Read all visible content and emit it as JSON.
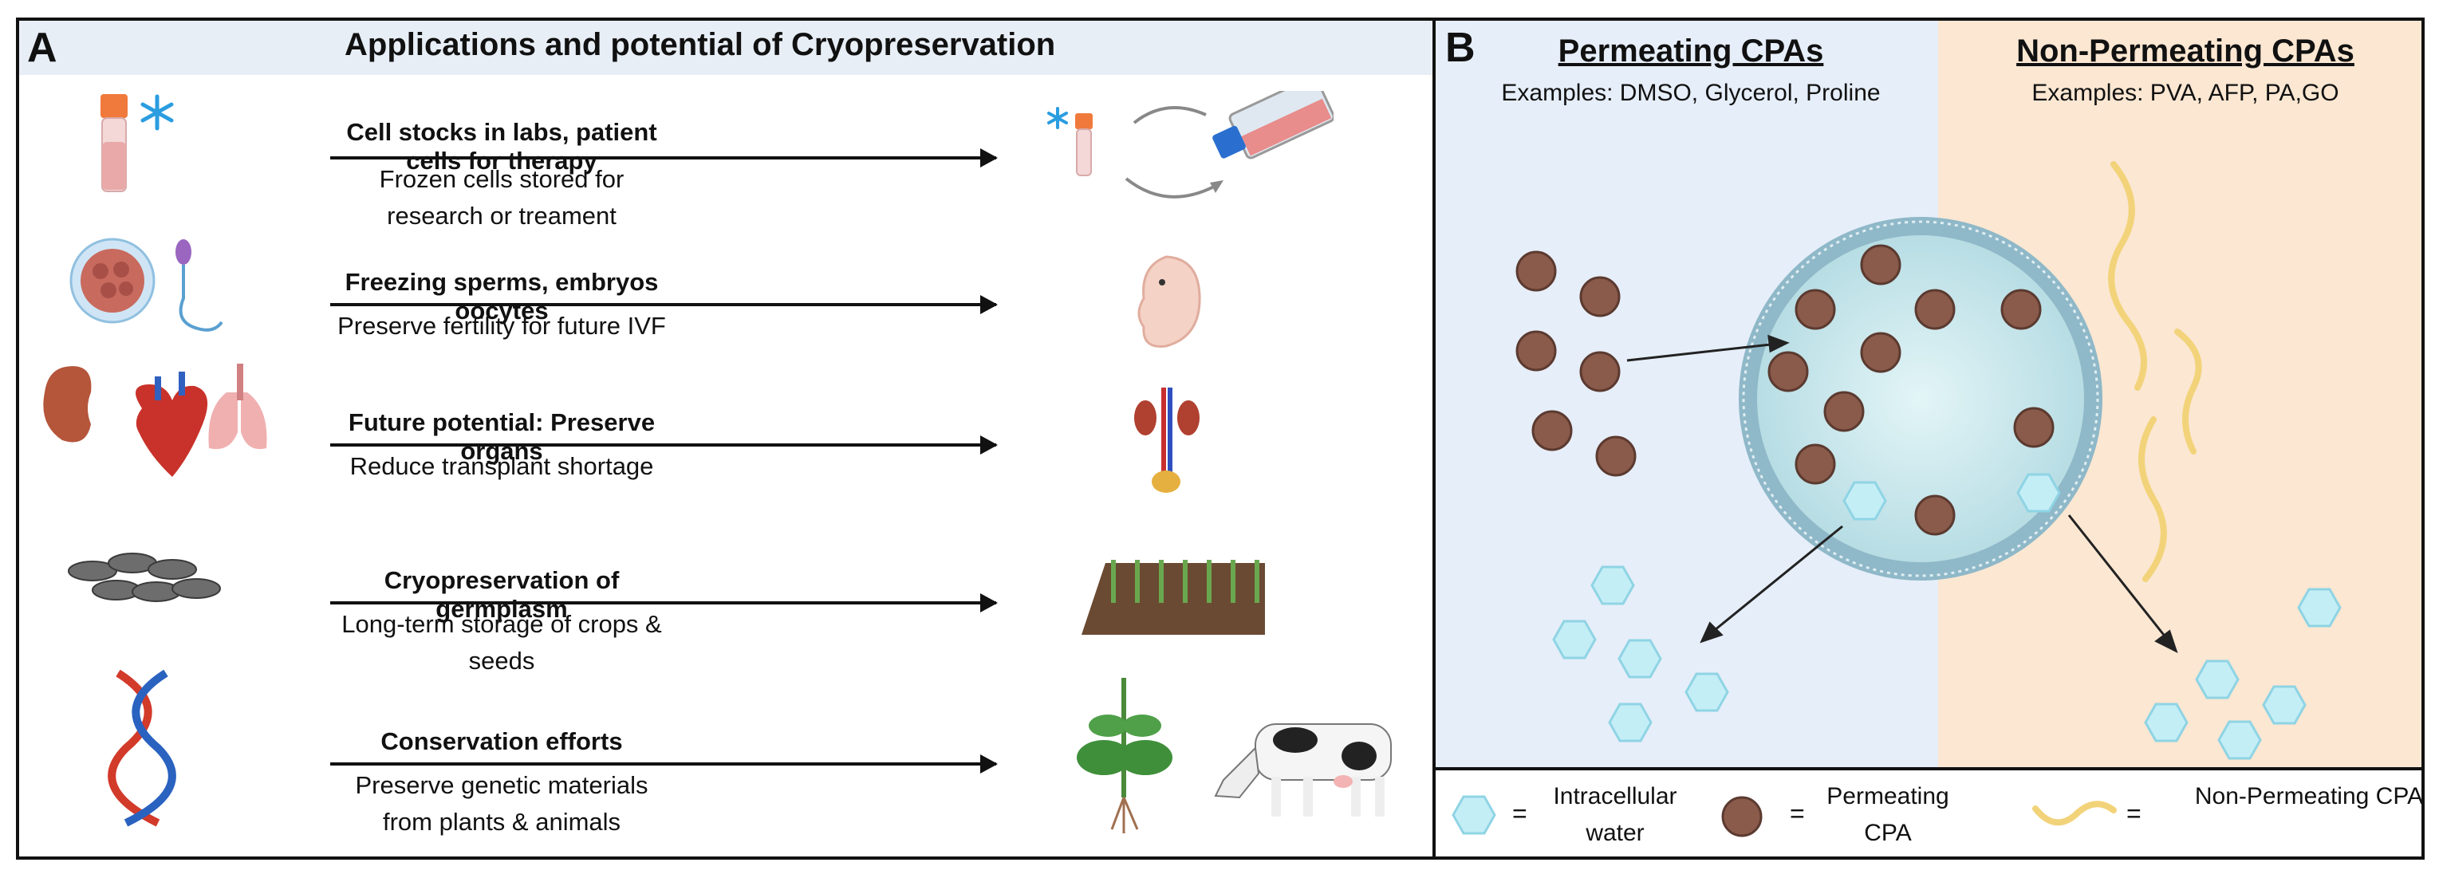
{
  "panel_a": {
    "letter": "A",
    "title": "Applications and potential of Cryopreservation",
    "rows": [
      {
        "heading": "Cell stocks in labs, patient cells for therapy",
        "description": "Frozen cells stored for research or treament"
      },
      {
        "heading": "Freezing sperms, embryos  oocytes",
        "description": "Preserve fertility for future IVF"
      },
      {
        "heading": "Future potential: Preserve organs",
        "description": "Reduce transplant shortage"
      },
      {
        "heading": "Cryopreservation of germplasm",
        "description": "Long-term storage of crops & seeds"
      },
      {
        "heading": "Conservation efforts",
        "description": "Preserve genetic materials from plants & animals"
      }
    ]
  },
  "panel_b": {
    "letter": "B",
    "permeating": {
      "title": "Permeating CPAs",
      "examples": "Examples: DMSO, Glycerol, Proline"
    },
    "non_permeating": {
      "title": "Non-Permeating CPAs",
      "examples": "Examples: PVA, AFP, PA,GO"
    },
    "legend": {
      "equals": "=",
      "water": "Intracellular water",
      "permeating": "Permeating CPA",
      "non_permeating": "Non-Permeating CPA"
    }
  },
  "colors": {
    "cpa_brown": "#8a5a4a",
    "water_cyan": "#bfeef6",
    "chain_gold": "#f2d37a",
    "panel_a_title_bg": "#e8eef6",
    "panel_b_left_bg": "#e6eef9",
    "panel_b_right_bg": "#fbe7d2"
  },
  "icons": [
    "vial-icon",
    "snowflake-icon",
    "embryo-cell-icon",
    "sperm-icon",
    "kidney-icon",
    "heart-icon",
    "lungs-icon",
    "seeds-icon",
    "dna-icon",
    "flask-icon",
    "fetus-icon",
    "urinary-organs-icon",
    "crop-field-icon",
    "plant-icon",
    "cow-icon"
  ]
}
